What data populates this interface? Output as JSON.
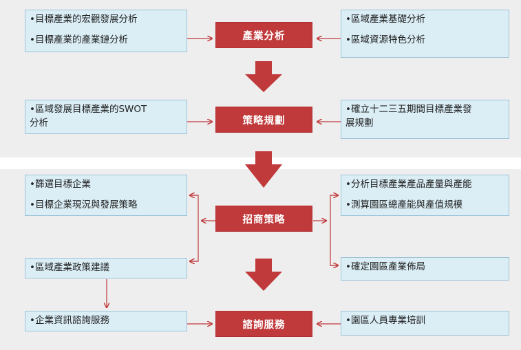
{
  "colors": {
    "accent": "#c0393b",
    "box_fill": "#dbeef6",
    "box_border": "#9dc3d8",
    "panel": "#eeeeee"
  },
  "steps": {
    "s1": "產業分析",
    "s2": "策略規劃",
    "s3": "招商策略",
    "s4": "諮詢服務"
  },
  "boxes": {
    "b1": [
      "•目標產業的宏觀發展分析",
      "•目標產業的產業鏈分析"
    ],
    "b2": [
      "•區域產業基礎分析",
      "•區域資源特色分析"
    ],
    "b3": [
      "•區域發展目標產業的SWOT\n分析"
    ],
    "b4": [
      "•確立十二三五期間目標產業發\n展規劃"
    ],
    "b5": [
      "•篩選目標企業",
      "•目標企業現況與發展策略"
    ],
    "b6": [
      "•分析目標產業產品產量與產能",
      "•測算園區總產能與產值規模"
    ],
    "b7": [
      "•區域產業政策建議"
    ],
    "b8": [
      "•確定園區產業佈局"
    ],
    "b9": [
      "•企業資訊諮詢服務"
    ],
    "b10": [
      "•園區人員專業培訓"
    ]
  }
}
